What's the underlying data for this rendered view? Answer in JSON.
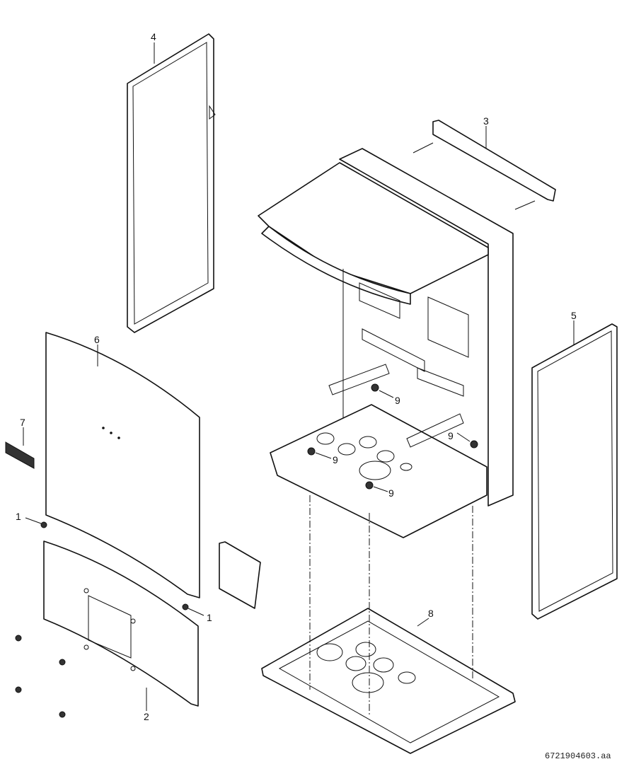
{
  "diagram": {
    "callouts": {
      "side_panel_left": "4",
      "wall_bracket": "3",
      "side_panel_right": "5",
      "front_panel_upper": "6",
      "logo_badge": "7",
      "screw_left": "1",
      "screw_right": "1",
      "front_panel_lower": "2",
      "bottom_tray": "8",
      "fastener_a": "9",
      "fastener_b": "9",
      "fastener_c": "9",
      "fastener_d": "9"
    },
    "drawing_code": "6721904603.aa"
  }
}
